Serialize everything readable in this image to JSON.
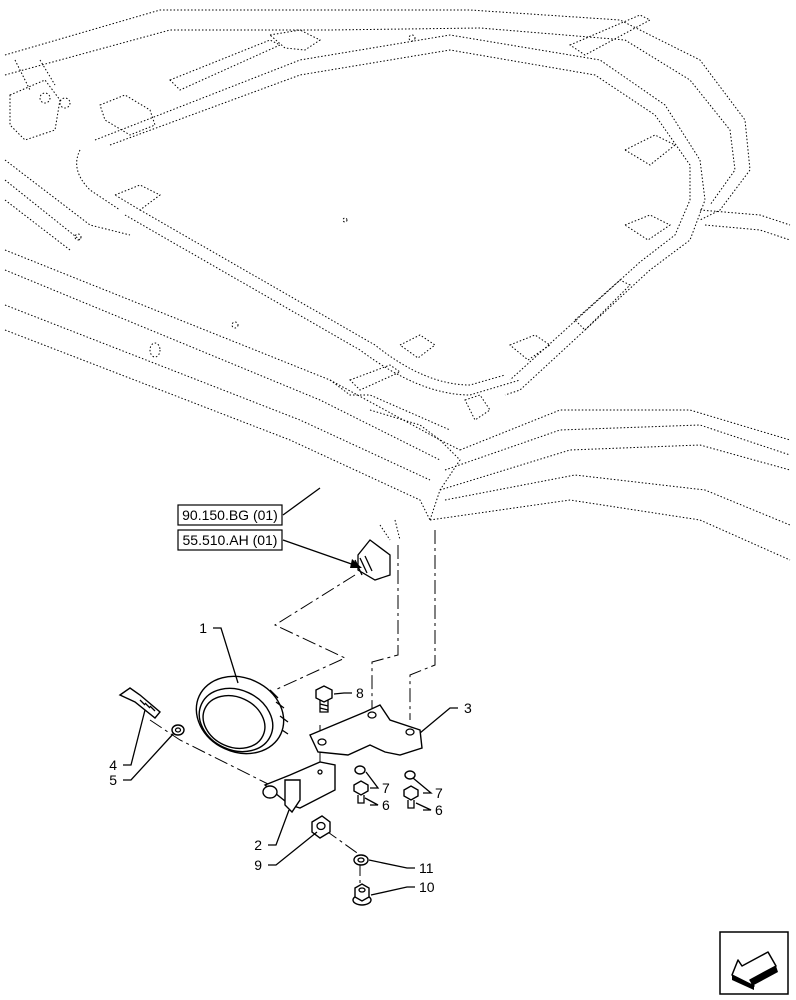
{
  "references": [
    {
      "id": "ref-90150bg",
      "text": "90.150.BG (01)"
    },
    {
      "id": "ref-55510ah",
      "text": "55.510.AH (01)"
    }
  ],
  "callouts": [
    "1",
    "2",
    "3",
    "4",
    "5",
    "6",
    "6",
    "7",
    "7",
    "8",
    "9",
    "10",
    "11"
  ],
  "nav_icon": "next-page-arrow-icon"
}
